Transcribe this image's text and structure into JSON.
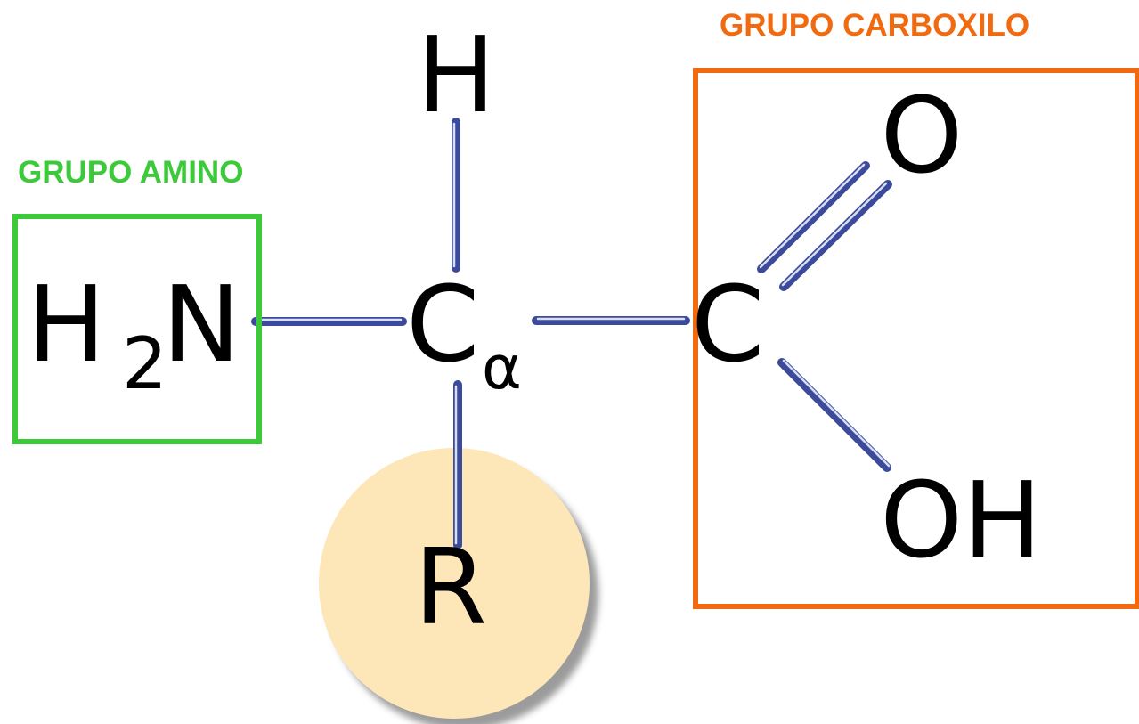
{
  "groups": {
    "amino": {
      "label": "GRUPO AMINO",
      "color": "#3dca3a"
    },
    "carboxyl": {
      "label": "GRUPO CARBOXILO",
      "color": "#f26a10"
    }
  },
  "atoms": {
    "h_top": "H",
    "amine_h": "H",
    "amine_subscript": "2",
    "amine_n": "N",
    "alpha_c": "C",
    "alpha_symbol": "α",
    "carboxyl_c": "C",
    "carbonyl_o": "O",
    "hydroxyl": "OH",
    "side_chain": "R"
  },
  "colors": {
    "bond": "#3b4a9a",
    "bond_highlight": "#d8def4",
    "side_chain_fill": "#fde6b8",
    "side_chain_shadow": "#8a8a8a",
    "atom_text": "#000000"
  }
}
